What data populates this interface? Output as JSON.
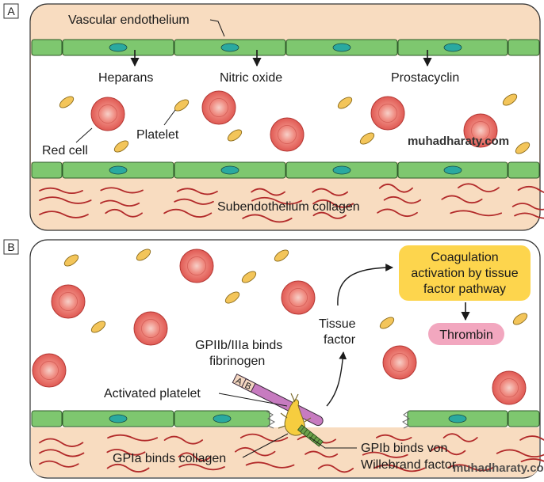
{
  "panel_a": {
    "letter": "A",
    "labels": {
      "vascular_endothelium": "Vascular endothelium",
      "heparans": "Heparans",
      "nitric_oxide": "Nitric oxide",
      "prostacyclin": "Prostacyclin",
      "platelet": "Platelet",
      "red_cell": "Red cell",
      "subendothelium_collagen": "Subendothelium collagen"
    }
  },
  "panel_b": {
    "letter": "B",
    "labels": {
      "coagulation_line1": "Coagulation",
      "coagulation_line2": "activation by tissue",
      "coagulation_line3": "factor pathway",
      "thrombin": "Thrombin",
      "tissue_factor_line1": "Tissue",
      "tissue_factor_line2": "factor",
      "gpiib_line1": "GPIIb/IIIa binds",
      "gpiib_line2": "fibrinogen",
      "activated_platelet": "Activated platelet",
      "receptor_a": "A",
      "receptor_b": "B",
      "gpia": "GPIa binds collagen",
      "gpib_line1": "GPIb binds von",
      "gpib_line2": "Willebrand factor"
    }
  },
  "watermark": "muhadharaty.com",
  "colors": {
    "plasma": "#f8dcc0",
    "endothelium": "#7ec76f",
    "nucleus": "#2aa9a0",
    "red_cell": "#e9645e",
    "platelet": "#f3c55a",
    "collagen": "#b22a2a",
    "coagulation_box": "#fdd54d",
    "thrombin_box": "#f2a7bf",
    "receptor": "#c77bc0"
  }
}
